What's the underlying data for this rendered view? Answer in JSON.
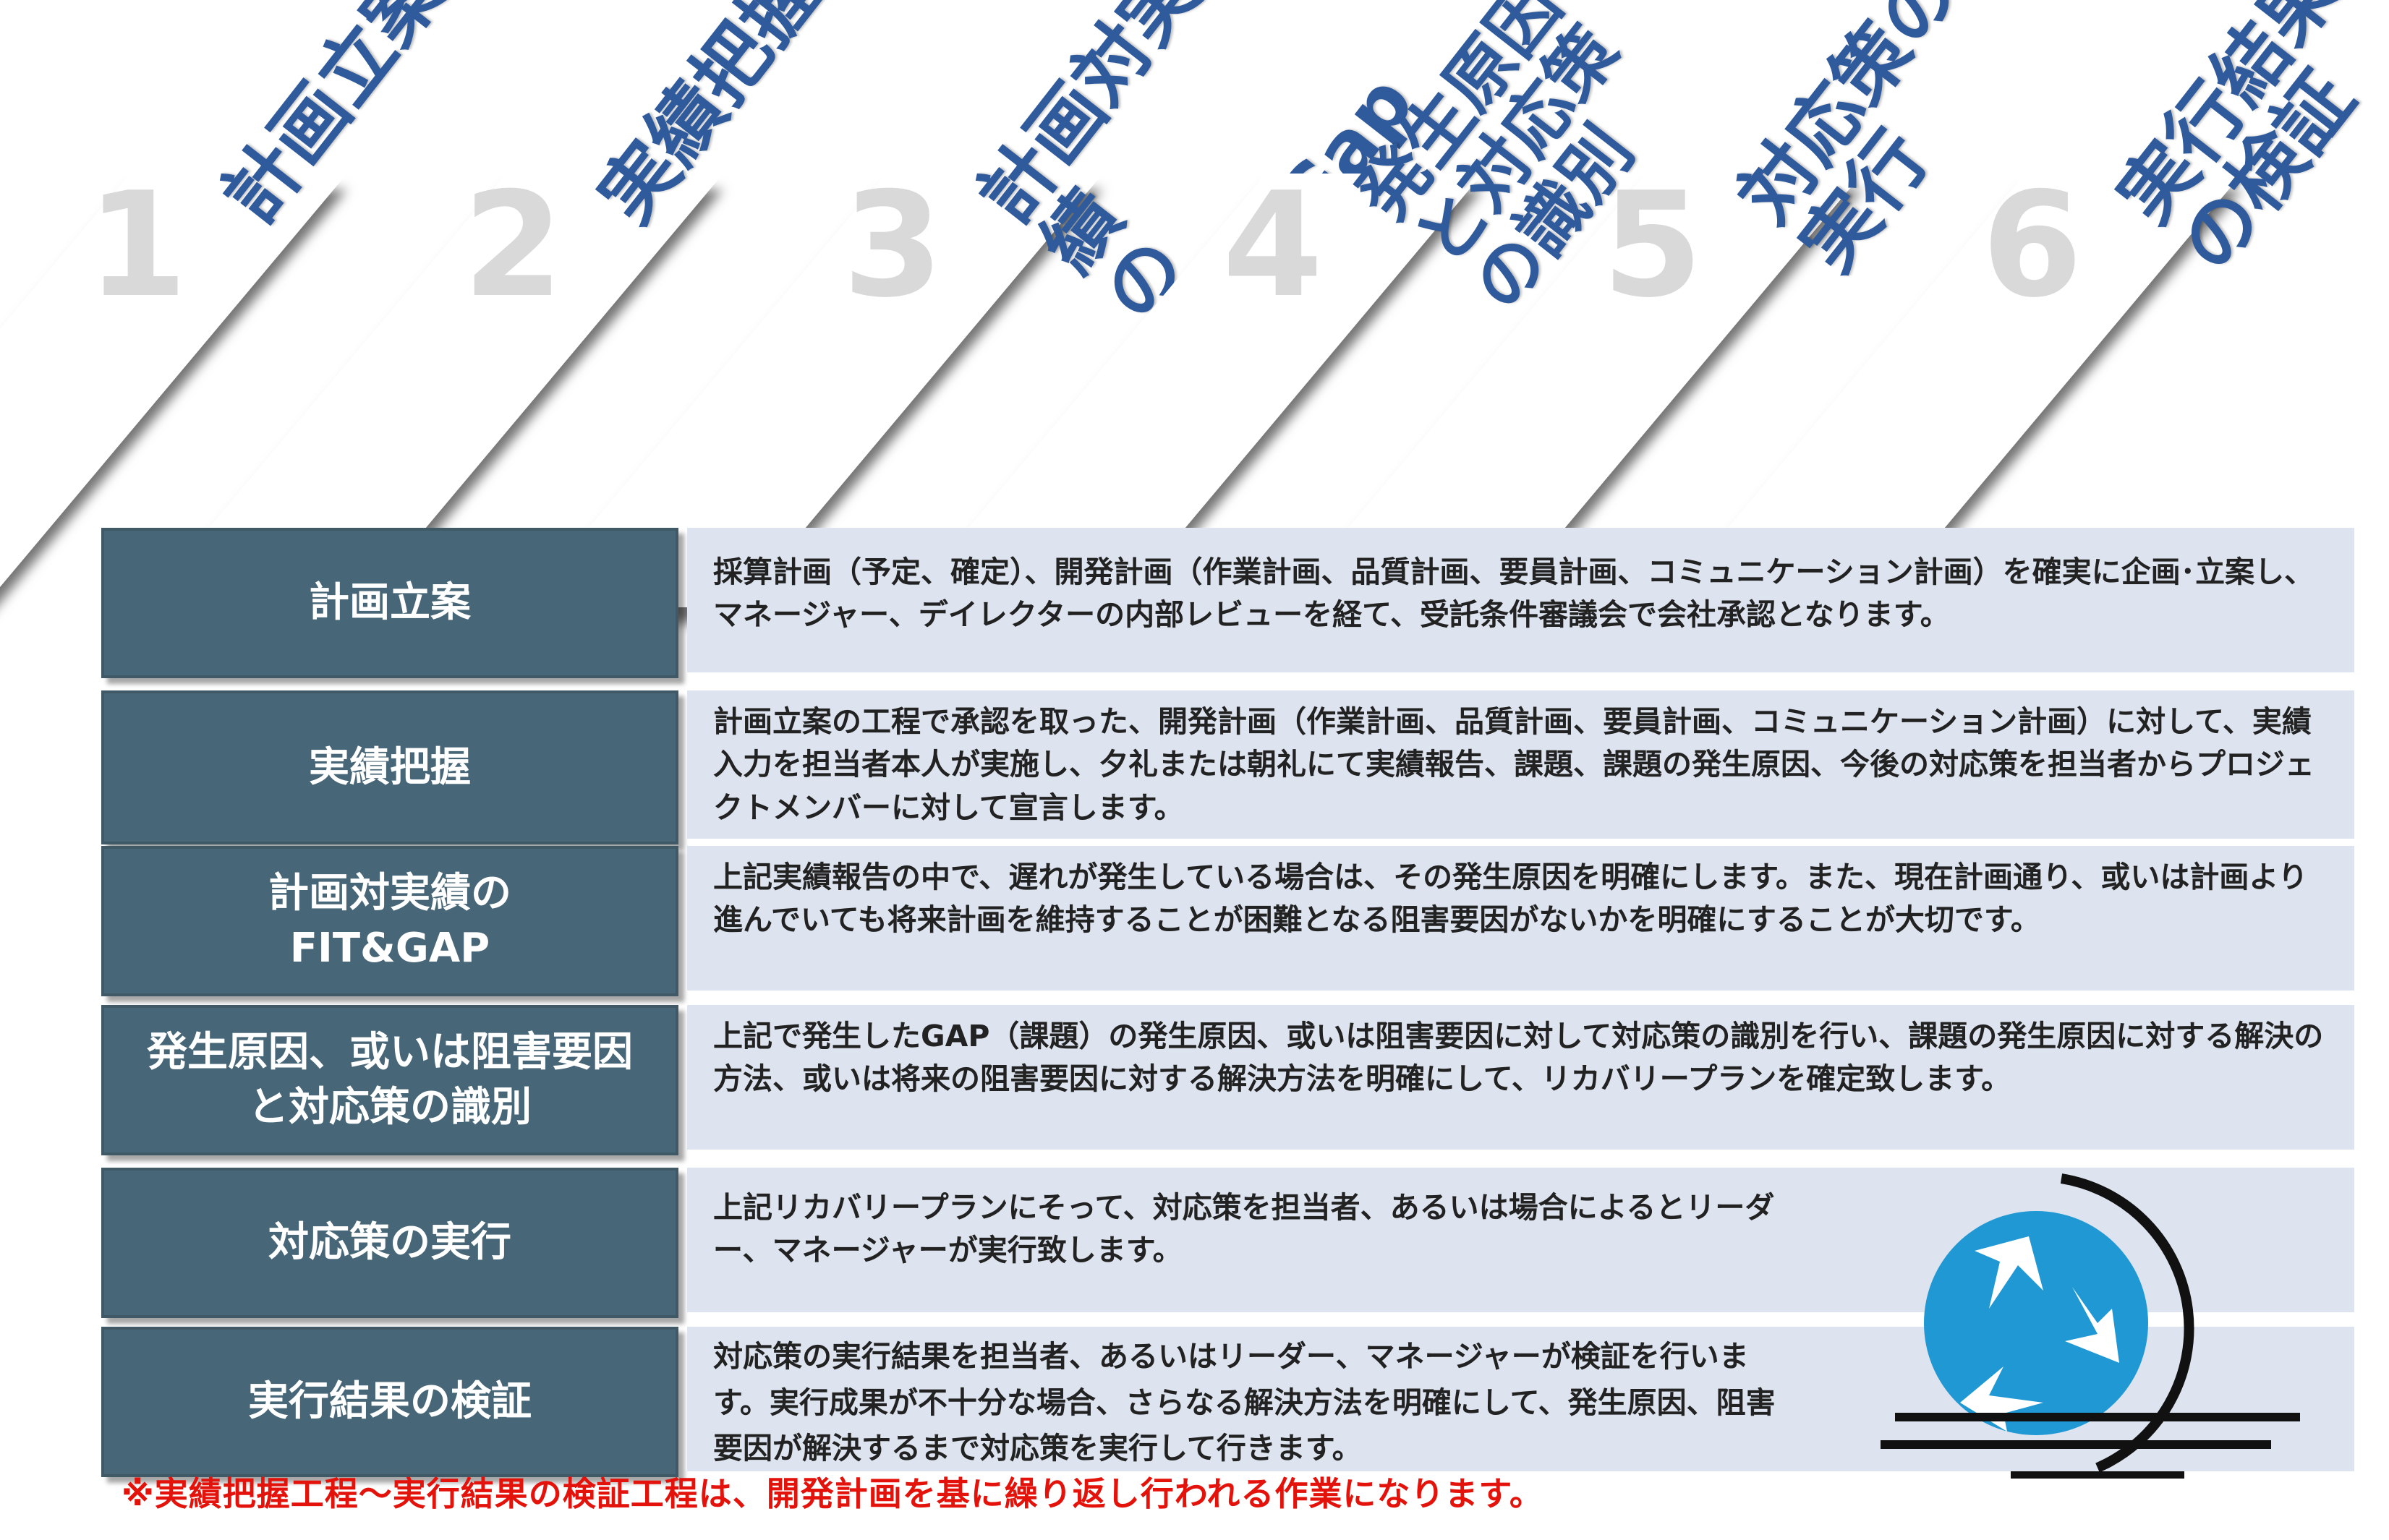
{
  "steps": [
    {
      "number": "1",
      "label": "計画立案"
    },
    {
      "number": "2",
      "label": "実績把握"
    },
    {
      "number": "3",
      "label": "計画対実績\nのFit&Gap"
    },
    {
      "number": "4",
      "label": "発生原因と対応策\nの識別"
    },
    {
      "number": "5",
      "label": "対応策の実行"
    },
    {
      "number": "6",
      "label": "実行結果\nの検証"
    }
  ],
  "rows": [
    {
      "label": "計画立案",
      "description": "採算計画（予定、確定）、開発計画（作業計画、品質計画、要員計画、コミュニケーション計画）を確実に企画･立案し、マネージャー、デイレクターの内部レビューを経て、受託条件審議会で会社承認となります。"
    },
    {
      "label": "実績把握",
      "description": "計画立案の工程で承認を取った、開発計画（作業計画、品質計画、要員計画、コミュニケーション計画）に対して、実績入力を担当者本人が実施し、夕礼または朝礼にて実績報告、課題、課題の発生原因、今後の対応策を担当者からプロジェクトメンバーに対して宣言します。"
    },
    {
      "label": "計画対実績の\nFIT&GAP",
      "description": "上記実績報告の中で、遅れが発生している場合は、その発生原因を明確にします。また、現在計画通り、或いは計画より進んでいても将来計画を維持することが困難となる阻害要因がないかを明確にすることが大切です。"
    },
    {
      "label": "発生原因、或いは阻害要因\nと対応策の識別",
      "description": "上記で発生したGAP（課題）の発生原因、或いは阻害要因に対して対応策の識別を行い、課題の発生原因に対する解決の方法、或いは将来の阻害要因に対する解決方法を明確にして、リカバリープランを確定致します。"
    },
    {
      "label": "対応策の実行",
      "description": "上記リカバリープランにそって、対応策を担当者、あるいは場合によるとリーダー、マネージャーが実行致します。"
    },
    {
      "label": "実行結果の検証",
      "description": "対応策の実行結果を担当者、あるいはリーダー、マネージャーが検証を行います。実行成果が不十分な場合、さらなる解決方法を明確にして、発生原因、阻害要因が解決するまで対応策を実行して行きます。"
    }
  ],
  "note": "※実績把握工程～実行結果の検証工程は、開発計画を基に繰り返し行われる作業になります。",
  "icons": {
    "recycle": "recycle-icon"
  },
  "colors": {
    "label_bg": "#476677",
    "desc_bg": "#dde4ef",
    "step_text": "#2f5a9c",
    "note": "#e3120b",
    "recycle": "#1f98d4"
  }
}
